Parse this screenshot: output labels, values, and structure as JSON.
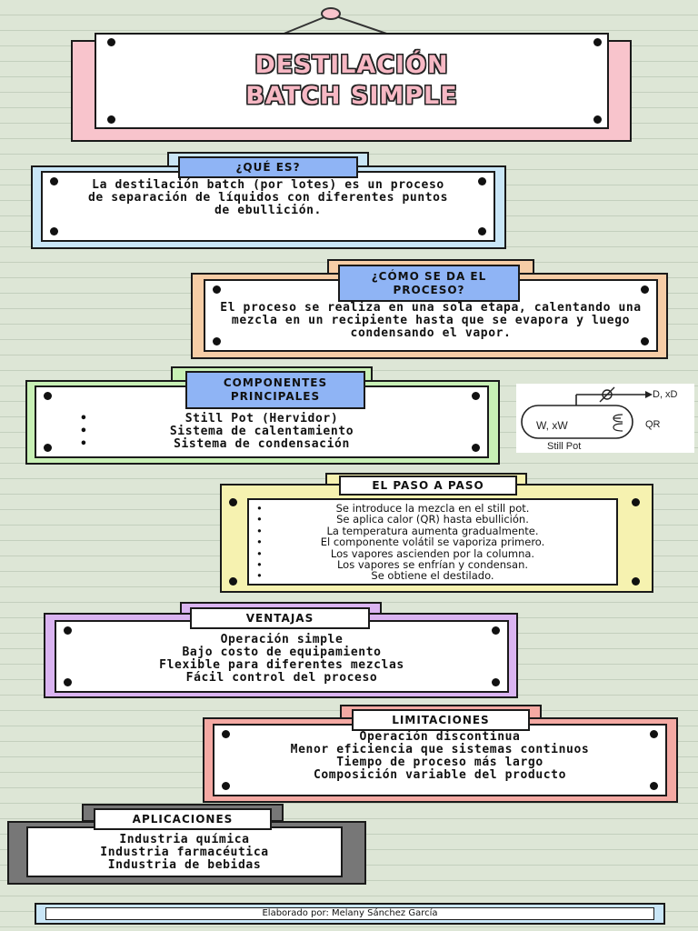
{
  "title_line1": "DESTILACIÓN",
  "title_line2": "BATCH SIMPLE",
  "colors": {
    "background": "#dde6d6",
    "pink": "#f8c4cc",
    "blue_light": "#c9e6f7",
    "peach": "#f6cda6",
    "green": "#c8f0b5",
    "yellow": "#f6f2b0",
    "lavender": "#dab4f1",
    "coral": "#f4a9a3",
    "gray": "#777777",
    "label_blue": "#8fb4f5"
  },
  "que_es": {
    "label": "¿QUÉ ES?",
    "text": "La destilación batch (por lotes) es un proceso de separación de líquidos con diferentes puntos de ebullición."
  },
  "como": {
    "label_line1": "¿CÓMO SE DA EL",
    "label_line2": "PROCESO?",
    "text": "El proceso se realiza en una sola etapa, calentando una mezcla en un recipiente hasta que se evapora y luego condensando el vapor."
  },
  "componentes": {
    "label_line1": "COMPONENTES",
    "label_line2": "PRINCIPALES",
    "items": [
      "Still Pot (Hervidor)",
      "Sistema de calentamiento",
      "Sistema de condensación"
    ]
  },
  "diagram": {
    "pot_label": "W, xW",
    "out_label": "D, xD",
    "heat_label": "QR",
    "caption": "Still Pot"
  },
  "paso": {
    "label": "EL PASO A PASO",
    "items": [
      "Se introduce la mezcla en el still pot.",
      "Se aplica calor (QR) hasta ebullición.",
      "La temperatura aumenta gradualmente.",
      "El componente volátil se vaporiza primero.",
      "Los vapores ascienden por la columna.",
      "Los vapores se enfrían y condensan.",
      "Se obtiene el destilado."
    ]
  },
  "ventajas": {
    "label": "VENTAJAS",
    "items": [
      "Operación simple",
      "Bajo costo de equipamiento",
      "Flexible para diferentes mezclas",
      "Fácil control del proceso"
    ]
  },
  "limitaciones": {
    "label": "LIMITACIONES",
    "items": [
      "Operación discontinua",
      "Menor eficiencia que sistemas continuos",
      "Tiempo de proceso más largo",
      "Composición variable del producto"
    ]
  },
  "aplicaciones": {
    "label": "APLICACIONES",
    "items": [
      "Industria química",
      "Industria farmacéutica",
      "Industria de bebidas"
    ]
  },
  "footer": "Elaborado por: Melany Sánchez García"
}
